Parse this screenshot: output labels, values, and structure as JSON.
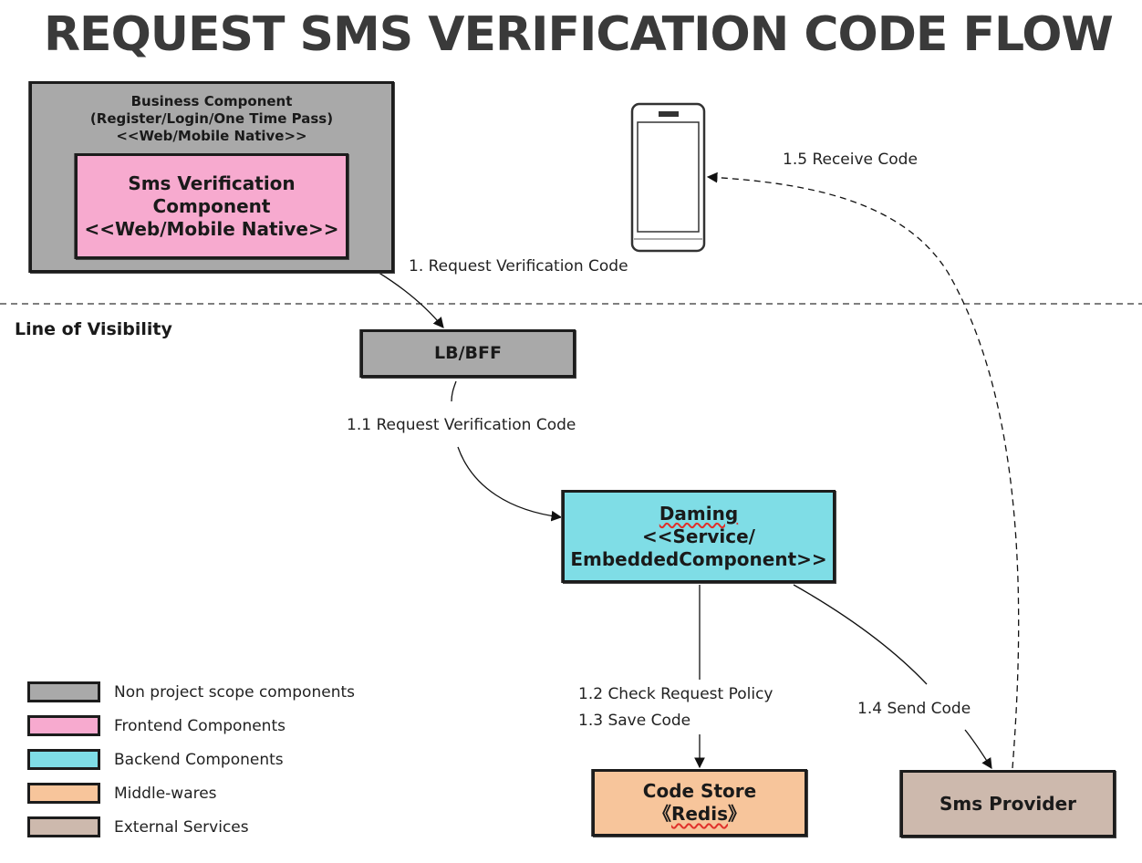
{
  "title": "REQUEST SMS VERIFICATION CODE FLOW",
  "line_of_visibility": "Line of Visibility",
  "components": {
    "business": {
      "line1": "Business Component",
      "line2": "(Register/Login/One Time Pass)",
      "line3": "<<Web/Mobile Native>>"
    },
    "sms_component": {
      "line1": "Sms Verification",
      "line2": "Component",
      "line3": "<<Web/Mobile Native>>"
    },
    "lb": {
      "label": "LB/BFF"
    },
    "daming": {
      "line1": "Daming",
      "line2": "<<Service/",
      "line3": "EmbeddedComponent>>"
    },
    "code_store": {
      "line1": "Code Store",
      "line2_pre": "《",
      "line2": "Redis",
      "line2_post": "》"
    },
    "sms_provider": {
      "label": "Sms Provider"
    }
  },
  "edges": {
    "e1": "1. Request Verification Code",
    "e1_1": "1.1 Request Verification Code",
    "e1_2": "1.2 Check Request Policy",
    "e1_3": "1.3 Save Code",
    "e1_4": "1.4 Send Code",
    "e1_5": "1.5 Receive Code"
  },
  "legend": [
    {
      "label": "Non project scope components",
      "color": "#a9a9a9"
    },
    {
      "label": "Frontend Components",
      "color": "#f7aacf"
    },
    {
      "label": "Backend Components",
      "color": "#7fdde6"
    },
    {
      "label": "Middle-wares",
      "color": "#f7c59b"
    },
    {
      "label": "External Services",
      "color": "#cdb9ad"
    }
  ]
}
